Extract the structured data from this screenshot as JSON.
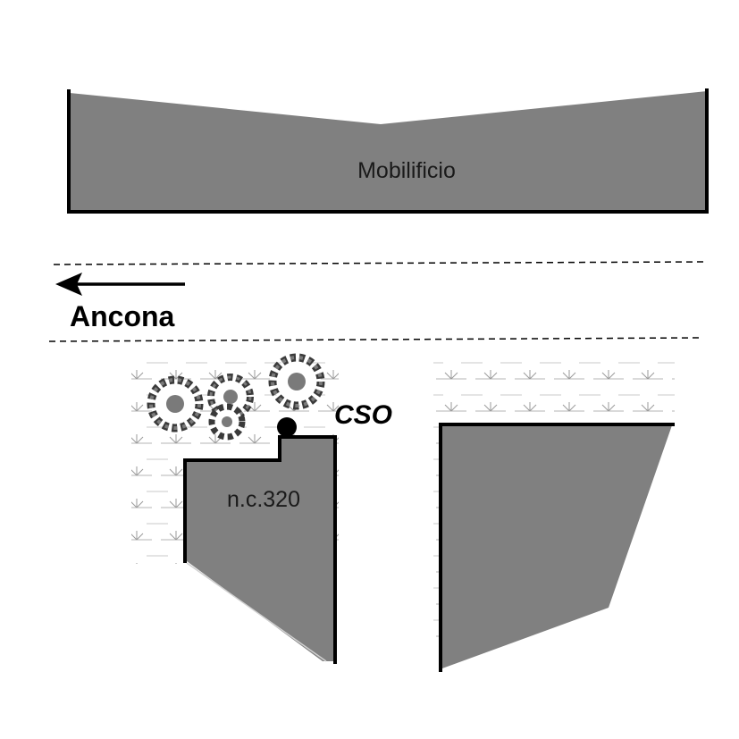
{
  "labels": {
    "building_top": "Mobilificio",
    "direction": "Ancona",
    "parcel": "n.c.320",
    "marker": "CSO"
  },
  "colors": {
    "building_fill": "#808080",
    "outline": "#000000",
    "road_dash": "#000000",
    "marsh_symbol": "#9a9a9a",
    "tree_fill": "#6e6e6e"
  },
  "icons": {
    "direction_arrow": "arrow-left-icon",
    "marker": "cso-point-icon",
    "vegetation": "tree-canopy-icon",
    "ground": "marsh-symbol-icon"
  }
}
